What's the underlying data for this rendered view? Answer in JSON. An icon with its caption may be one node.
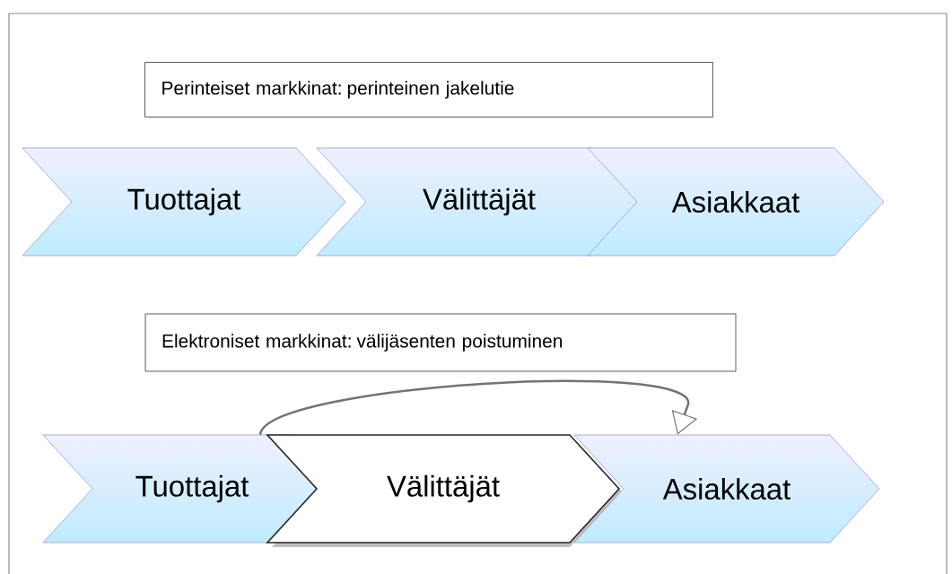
{
  "diagram": {
    "nodes": [
      {
        "text": [
          "Perinteiset markkinat: perinteinen jakelutie"
        ]
      },
      {
        "text": [
          "Tuottajat"
        ]
      },
      {
        "text": [
          "Välittäjät"
        ]
      },
      {
        "text": [
          "Asiakkaat"
        ]
      },
      {
        "text": [
          "Elektroniset markkinat: välijäsenten poistuminen"
        ]
      },
      {
        "text": [
          "Tuottajat"
        ]
      },
      {
        "text": [
          "Välittäjät"
        ]
      },
      {
        "text": [
          "Asiakkaat"
        ]
      }
    ],
    "edges": [
      {
        "from": 5,
        "to": 7,
        "arrow": "to"
      }
    ]
  }
}
